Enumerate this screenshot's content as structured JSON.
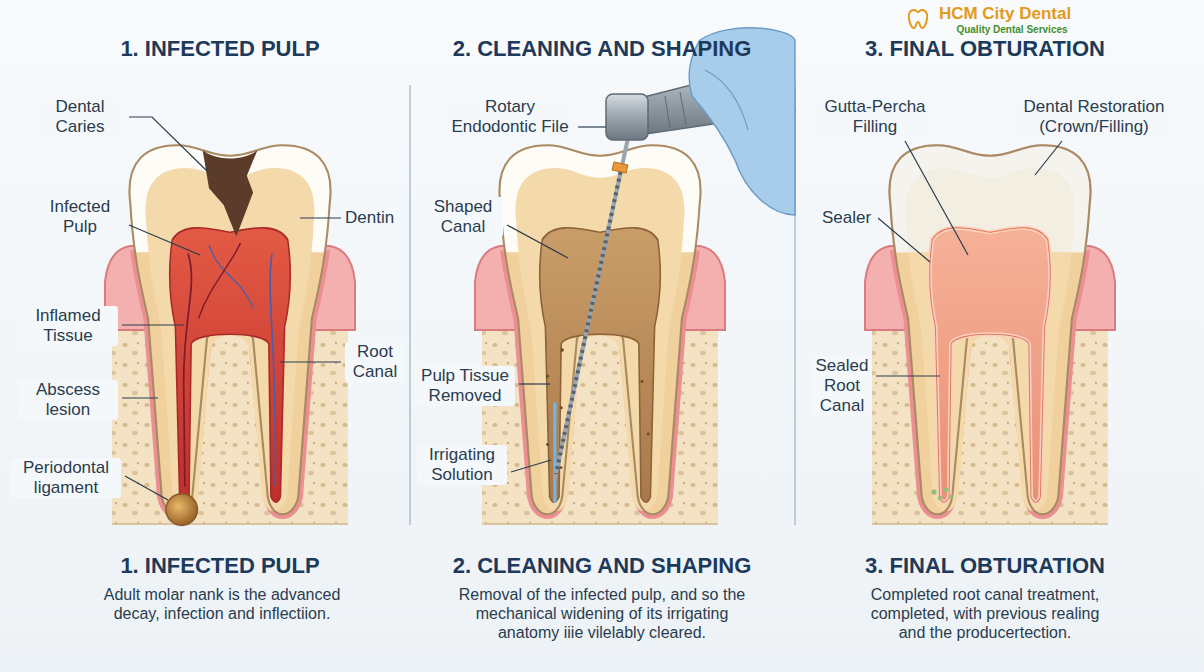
{
  "diagram": {
    "labels": [
      "1. INFECTED PULP",
      "2. CLEANING AND SHAPING",
      "3. FINAL OBTURATION",
      "HCM City Dental",
      "Quality Dental Services",
      "Dental Caries",
      "Infected Pulp",
      "Dentin",
      "Inflamed Tissue",
      "Root Canal",
      "Abscess lesion",
      "Periodontal ligament",
      "Rotary Endodontic File",
      "Shaped Canal",
      "Pulp Tissue Removed",
      "Irrigating Solution",
      "Gutta-Percha Filling",
      "Dental Restoration (Crown/Filling)",
      "Sealer",
      "Sealed Root Canal",
      "1. INFECTED PULP",
      "Adult molar nank is the advanced decay, infection and inflectiion.",
      "2. CLEANING AND SHAPING",
      "Removal of the infected pulp, and so the mechanical widening of its irrigating anatomy iiie vilelably cleared.",
      "3. FINAL OBTURATION",
      "Completed root canal treatment, completed, with previous realing and the producertection."
    ]
  }
}
